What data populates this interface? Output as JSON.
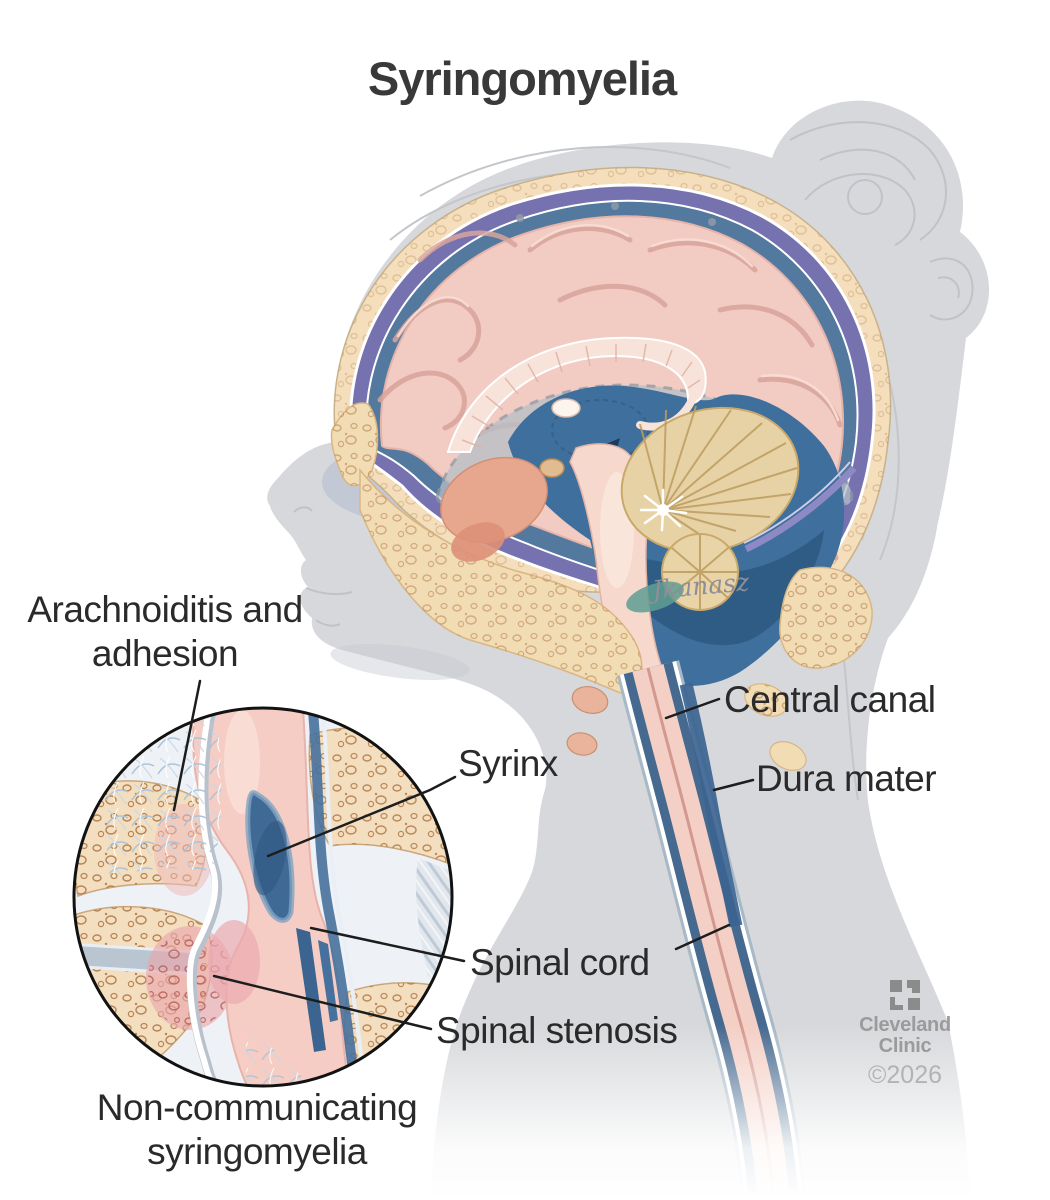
{
  "title": "Syringomyelia",
  "labels": {
    "arachnoiditis": "Arachnoiditis and adhesion",
    "syrinx": "Syrinx",
    "central_canal": "Central canal",
    "dura_mater": "Dura mater",
    "spinal_cord": "Spinal cord",
    "spinal_stenosis": "Spinal stenosis",
    "inset_caption": "Non-communicating syringomyelia"
  },
  "branding": {
    "org_line1": "Cleveland",
    "org_line2": "Clinic",
    "copyright": "©2026"
  },
  "artist_signature": "Jkanasz",
  "icons": {
    "logo_mark": "cleveland-clinic-logo-mark"
  },
  "colors": {
    "label_text": "#2a2a2a",
    "silhouette_gray": "#d6d8db",
    "skull_bone_cream": "#f4debb",
    "dura_purple": "#7672b0",
    "csf_blue": "#3f6f9c",
    "csf_blue_dark": "#2c577f",
    "brain_pink": "#f2cbc2",
    "cerebellum_tan": "#e7d2a6",
    "spinal_cord_pink": "#f4cfc5",
    "syrinx_blue": "#3e6a95",
    "sinus_salmon": "#e7a78e",
    "leader_line": "#1d1d1d",
    "brand_gray": "#9b9b9b"
  }
}
